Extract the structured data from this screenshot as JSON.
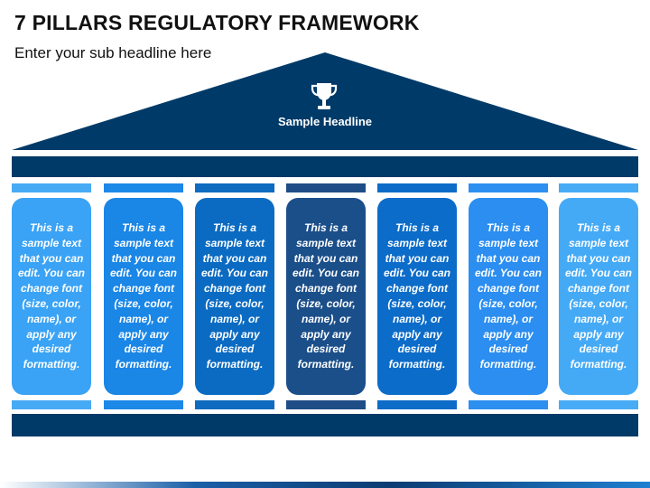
{
  "title": "7 PILLARS REGULATORY FRAMEWORK",
  "subtitle": "Enter your sub headline here",
  "roof": {
    "headline": "Sample Headline",
    "icon": "trophy-icon",
    "color": "#003a68"
  },
  "pillars": [
    {
      "text": "This is a\nsample text\nthat you can\nedit. You can\nchange font\n(size, color,\nname), or\napply any\ndesired\nformatting.",
      "color": "#3aa3f5",
      "cap_color": "#47aaf5"
    },
    {
      "text": "This is a\nsample text\nthat you can\nedit. You can\nchange font\n(size, color,\nname), or\napply any\ndesired\nformatting.",
      "color": "#1a86e6",
      "cap_color": "#1c88e8"
    },
    {
      "text": "This is a\nsample text\nthat you can\nedit. You can\nchange font\n(size, color,\nname), or\napply any\ndesired\nformatting.",
      "color": "#0b6bc2",
      "cap_color": "#0e6bc0"
    },
    {
      "text": "This is a\nsample text\nthat you can\nedit. You can\nchange font\n(size, color,\nname), or\napply any\ndesired\nformatting.",
      "color": "#1b4f8a",
      "cap_color": "#1f4e86"
    },
    {
      "text": "This is a\nsample text\nthat you can\nedit. You can\nchange font\n(size, color,\nname), or\napply any\ndesired\nformatting.",
      "color": "#0c6cc9",
      "cap_color": "#0d6cc8"
    },
    {
      "text": "This is a\nsample text\nthat you can\nedit. You can\nchange font\n(size, color,\nname), or\napply any\ndesired\nformatting.",
      "color": "#2b8ef0",
      "cap_color": "#2d8ff0"
    },
    {
      "text": "This is a\nsample text\nthat you can\nedit. You can\nchange font\n(size, color,\nname), or\napply any\ndesired\nformatting.",
      "color": "#45aaf6",
      "cap_color": "#48abf5"
    }
  ]
}
